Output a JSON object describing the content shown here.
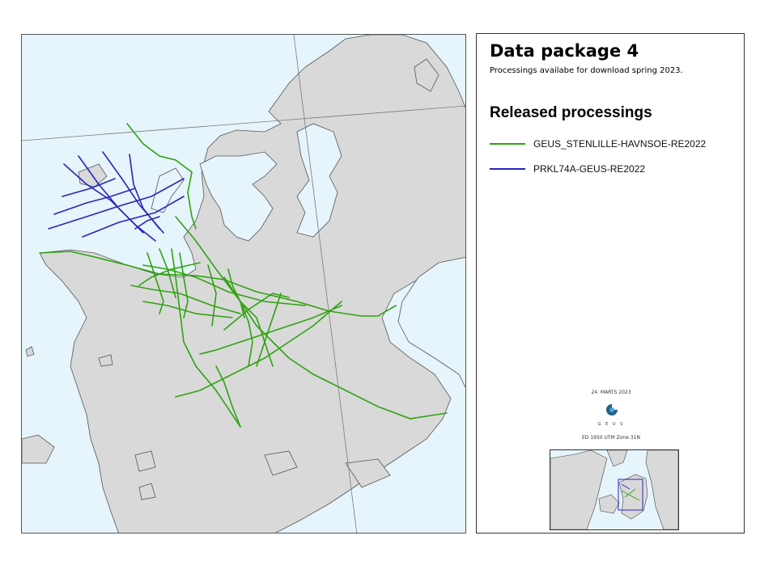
{
  "legend": {
    "title": "Data package 4",
    "subtitle": "Processings availabe for download spring 2023.",
    "section_heading": "Released processings",
    "items": [
      {
        "label": "GEUS_STENLILLE-HAVNSOE-RE2022",
        "color": "#2ea30f"
      },
      {
        "label": "PRKL74A-GEUS-RE2022",
        "color": "#2a25b8"
      }
    ]
  },
  "map_info": {
    "date": "24. MARTS 2023",
    "organization": "G E U S",
    "crs": "ED 1950 UTM Zone 31N"
  },
  "colors": {
    "sea": "#e6f4fb",
    "land": "#d9d9d9",
    "coastline": "#555555",
    "graticule": "#7a7a7a"
  }
}
